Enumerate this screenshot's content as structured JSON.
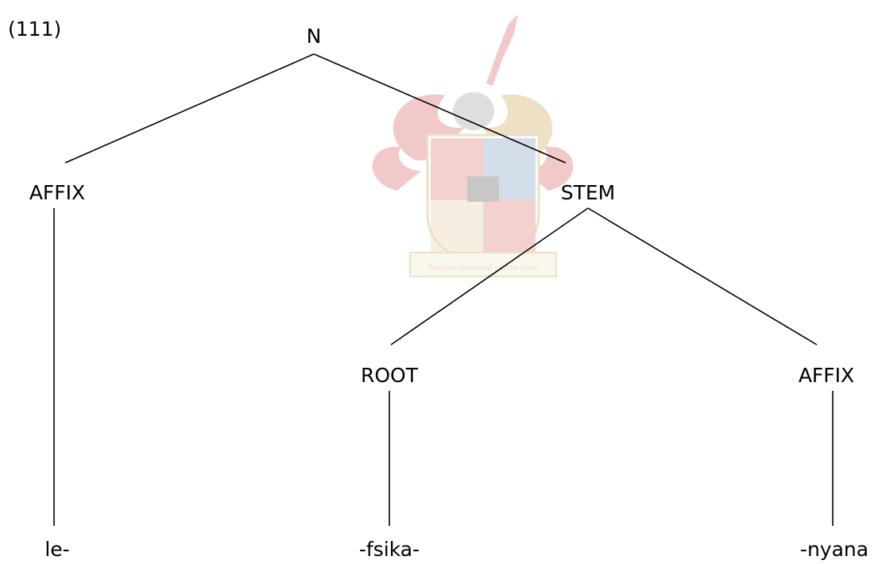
{
  "example_number": "(111)",
  "colors": {
    "line": "#000000",
    "text": "#000000",
    "crest_red": "#d85a5a",
    "crest_gold": "#c9a24a",
    "crest_blue": "#6d8fb8"
  },
  "crest": {
    "motto": "Pectora roborant cultus recti",
    "icon": "university-crest-watermark"
  },
  "tree": {
    "root": "N",
    "affix_left": "AFFIX",
    "stem": "STEM",
    "root_node": "ROOT",
    "affix_right": "AFFIX",
    "morph_le": "le-",
    "morph_fsika": "-fsika-",
    "morph_nyana": "-nyana"
  }
}
